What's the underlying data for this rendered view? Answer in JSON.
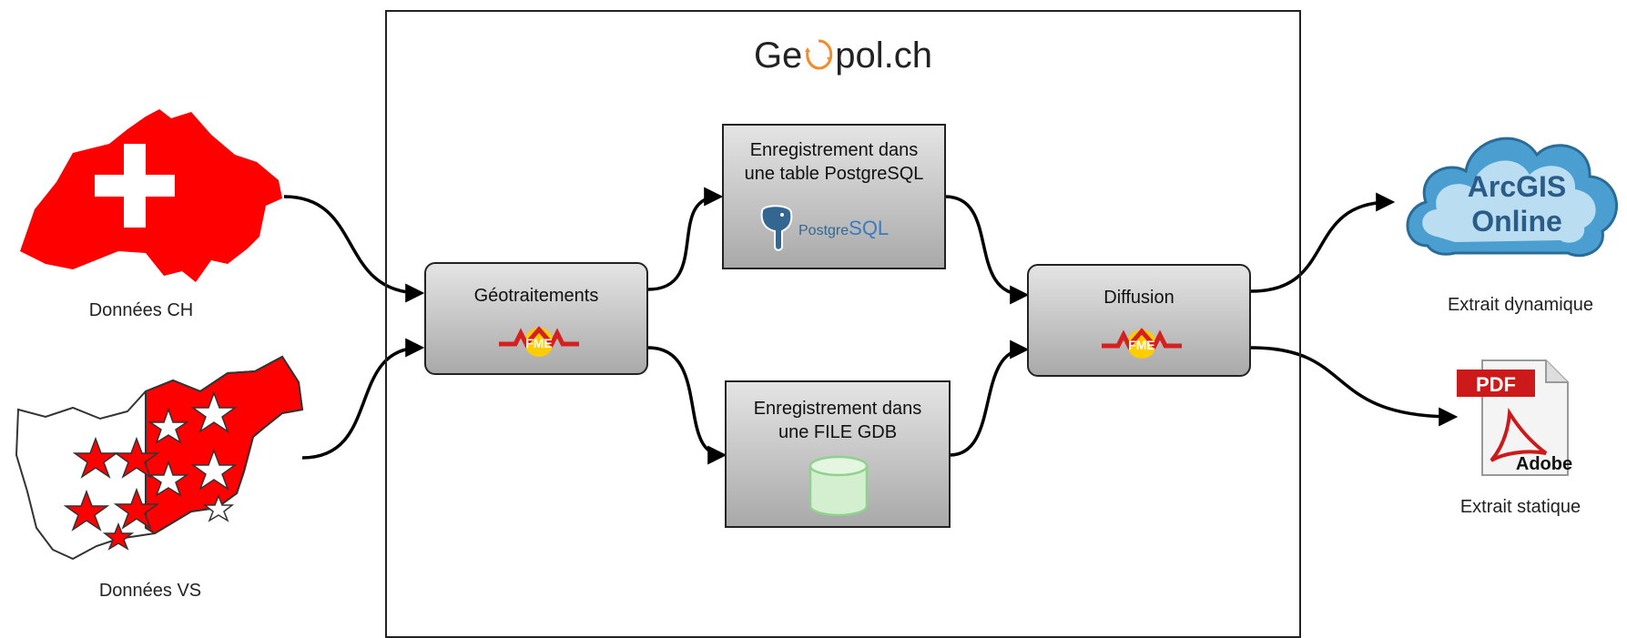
{
  "brand": {
    "pre": "Ge",
    "post": "pol.ch",
    "accent_color": "#f28c28"
  },
  "sources": {
    "ch_label": "Données CH",
    "vs_label": "Données VS",
    "flag_red": "#ff0000"
  },
  "nodes": {
    "geoprocessing": {
      "label": "Géotraitements",
      "logo": "fme-logo"
    },
    "postgres": {
      "label": "Enregistrement dans\nune table PostgreSQL",
      "logo_word": "Postgre",
      "logo_word_accent": "SQL"
    },
    "filegdb": {
      "label": "Enregistrement dans\nune FILE GDB",
      "logo": "cylinder-icon"
    },
    "diffusion": {
      "label": "Diffusion",
      "logo": "fme-logo"
    }
  },
  "outputs": {
    "arcgis_line1": "ArcGIS",
    "arcgis_line2": "Online",
    "dynamic_label": "Extrait dynamique",
    "pdf_badge": "PDF",
    "pdf_brand": "Adobe",
    "static_label": "Extrait statique"
  },
  "colors": {
    "cloud_blue": "#4a9fd0",
    "cylinder_green": "#8fd18f",
    "pdf_red": "#cc1a1a"
  }
}
